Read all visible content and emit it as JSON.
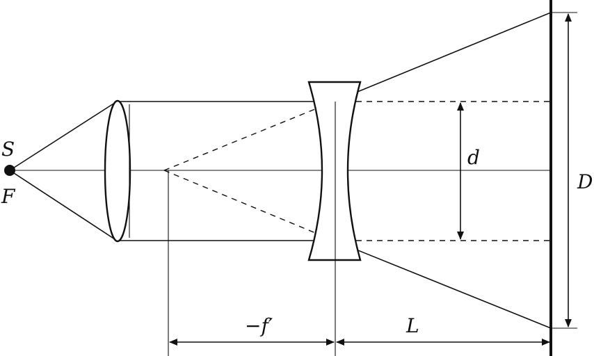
{
  "labels": {
    "source": "S",
    "focus": "F",
    "beam_width": "d",
    "spot_size": "D",
    "focal_length": "−f′",
    "distance": "L"
  }
}
